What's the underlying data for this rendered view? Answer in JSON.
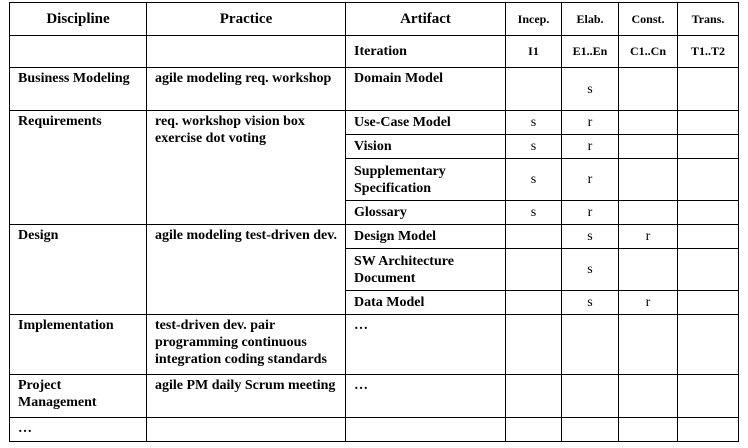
{
  "headers": {
    "discipline": "Discipline",
    "practice": "Practice",
    "artifact": "Artifact",
    "incep": "Incep.",
    "elab": "Elab.",
    "const": "Const.",
    "trans": "Trans."
  },
  "iteration_row": {
    "label": "Iteration",
    "incep": "I1",
    "elab": "E1..En",
    "const": "C1..Cn",
    "trans": "T1..T2"
  },
  "rows": [
    {
      "discipline": "Business Modeling",
      "practice": "agile modeling req. workshop",
      "artifact": "Domain Model",
      "incep": "",
      "elab": "s",
      "const": "",
      "trans": ""
    },
    {
      "discipline": "Requirements",
      "practice": "req. workshop vision box exercise dot voting",
      "artifact": "Use-Case Model",
      "incep": "s",
      "elab": "r",
      "const": "",
      "trans": ""
    },
    {
      "artifact": "Vision",
      "incep": "s",
      "elab": "r",
      "const": "",
      "trans": ""
    },
    {
      "artifact": "Supplementary Specification",
      "incep": "s",
      "elab": "r",
      "const": "",
      "trans": ""
    },
    {
      "artifact": "Glossary",
      "incep": "s",
      "elab": "r",
      "const": "",
      "trans": ""
    },
    {
      "discipline": "Design",
      "practice": "agile modeling test-driven dev.",
      "artifact": "Design Model",
      "incep": "",
      "elab": "s",
      "const": "r",
      "trans": ""
    },
    {
      "artifact": "SW Architecture Document",
      "incep": "",
      "elab": "s",
      "const": "",
      "trans": ""
    },
    {
      "artifact": "Data Model",
      "incep": "",
      "elab": "s",
      "const": "r",
      "trans": ""
    },
    {
      "discipline": "Implementation",
      "practice": "test-driven dev. pair programming continuous integration coding standards",
      "artifact": "…",
      "incep": "",
      "elab": "",
      "const": "",
      "trans": ""
    },
    {
      "discipline": "Project Management",
      "practice": "agile PM daily Scrum meeting",
      "artifact": "…",
      "incep": "",
      "elab": "",
      "const": "",
      "trans": ""
    },
    {
      "discipline": "…",
      "practice": "",
      "artifact": "",
      "incep": "",
      "elab": "",
      "const": "",
      "trans": ""
    }
  ]
}
